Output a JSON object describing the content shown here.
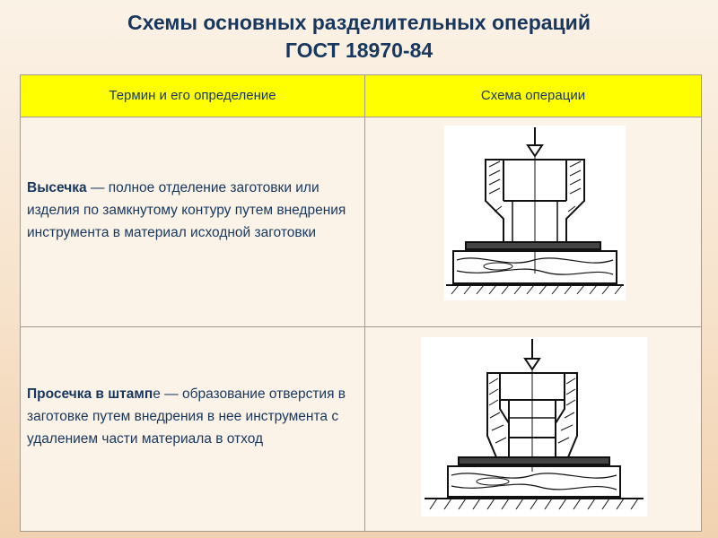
{
  "slide": {
    "title_line1": "Схемы основных разделительных операций",
    "title_line2": "ГОСТ 18970-84"
  },
  "table": {
    "headers": [
      "Термин и его определение",
      "Схема операции"
    ],
    "rows": [
      {
        "term": "Высечка",
        "definition": " — полное отделение заготовки или изделия по замкнутому контуру путем внедрения инструмента в материал исходной заготовки"
      },
      {
        "term": "Просечка в штамп",
        "definition": "е — образование отверстия в заготовке путем внедрения в нее инструмента с удалением части материала в отход"
      }
    ]
  }
}
